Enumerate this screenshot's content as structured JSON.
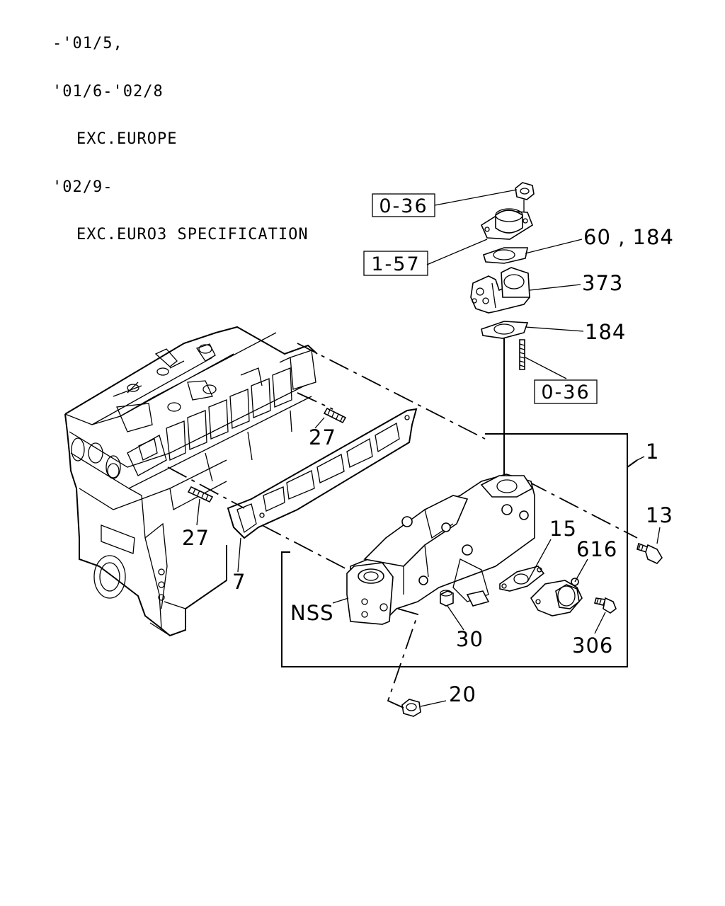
{
  "header": {
    "lines": [
      "-'01/5,",
      "'01/6-'02/8",
      "EXC.EUROPE",
      "'02/9-",
      "EXC.EURO3 SPECIFICATION"
    ]
  },
  "refs": {
    "ref_top": "0-36",
    "ref_gasket_plate": "1-57",
    "ref_stud": "0-36"
  },
  "callouts": {
    "gasket_upper": "60 , 184",
    "egr_valve": "373",
    "gasket_lower": "184",
    "assembly": "1",
    "stud_upper": "27",
    "stud_lower": "27",
    "manifold_gasket": "7",
    "bolt": "13",
    "gasket_15": "15",
    "valve_616": "616",
    "bolt_306": "306",
    "plug": "30",
    "nss": "NSS",
    "nut": "20"
  }
}
